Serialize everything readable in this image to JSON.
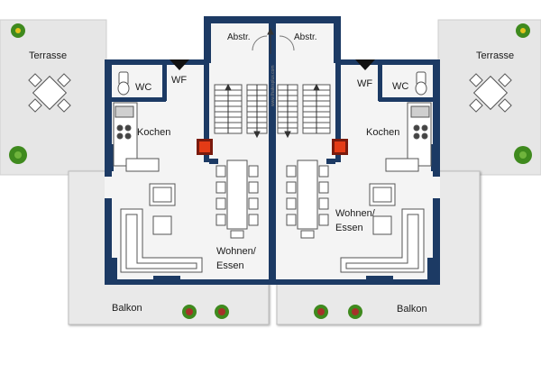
{
  "labels": {
    "terrasse_left": "Terrasse",
    "terrasse_right": "Terrasse",
    "abstr_left": "Abstr.",
    "abstr_right": "Abstr.",
    "wf_left": "WF",
    "wf_right": "WF",
    "wc_left": "WC",
    "wc_right": "WC",
    "kochen_left": "Kochen",
    "kochen_right": "Kochen",
    "wohnen_left_1": "Wohnen/",
    "wohnen_left_2": "Essen",
    "wohnen_right_1": "Wohnen/",
    "wohnen_right_2": "Essen",
    "balkon_left": "Balkon",
    "balkon_right": "Balkon",
    "watermark": "www.thatesplus.com"
  },
  "colors": {
    "wall": "#1c3a64",
    "floor": "#f2f2f2",
    "terrace": "#e6e6e6",
    "stove": "#d63a1a",
    "plant_green": "#3f8a1e",
    "plant_red": "#a6322a"
  },
  "icons": [
    "table-chair-set-icon",
    "plant-icon",
    "stove-icon",
    "toilet-icon",
    "sink-icon",
    "stair-icon",
    "sofa-icon",
    "armchair-icon",
    "dining-table-icon",
    "door-arrow-icon"
  ]
}
